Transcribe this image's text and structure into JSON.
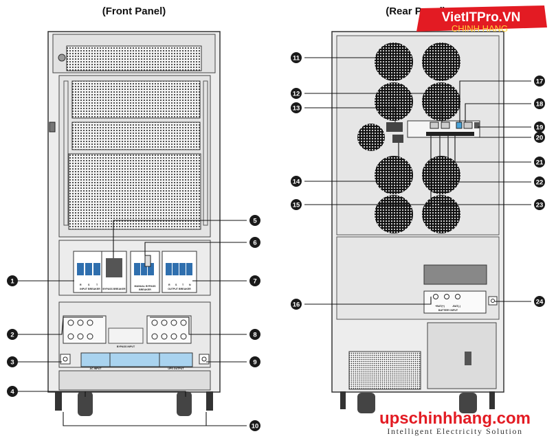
{
  "panels": {
    "front_title": "(Front Panel)",
    "rear_title": "(Rear Panel)"
  },
  "callouts": {
    "front": [
      "1",
      "2",
      "3",
      "4",
      "5",
      "6",
      "7",
      "8",
      "9",
      "10"
    ],
    "rear": [
      "11",
      "12",
      "13",
      "14",
      "15",
      "16",
      "17",
      "18",
      "19",
      "20",
      "21",
      "22",
      "23",
      "24"
    ]
  },
  "front_labels": {
    "input_breaker": "INPUT BREAKER",
    "bypass_breaker": "BYPASS BREAKER",
    "manual_bypass_breaker_1": "MANUAL BYPASS",
    "manual_bypass_breaker_2": "BREAKER",
    "output_breaker": "OUTPUT BREAKER",
    "phase_r": "R",
    "phase_s": "S",
    "phase_t": "T",
    "phase_n": "N",
    "ac_input": "AC INPUT",
    "bypass_input": "BYPASS INPUT",
    "ups_output": "UPS OUTPUT"
  },
  "rear_labels": {
    "battery_input": "BATTERY INPUT",
    "bat_plus": "+BAT(+)",
    "bat_minus": "-BAT(-)"
  },
  "watermark": {
    "brand": "VietITPro.VN",
    "sub": "CHINH HANG",
    "site": "upschinhhang.com",
    "tagline": "Intelligent Electricity Solution"
  },
  "colors": {
    "brand_red": "#e31b23",
    "callout_fill": "#1a1a1a",
    "breaker_blue": "#2f6fae",
    "terminal_blue": "#a9d3ef"
  },
  "icons": [
    "ground-icon",
    "fan-icon"
  ]
}
